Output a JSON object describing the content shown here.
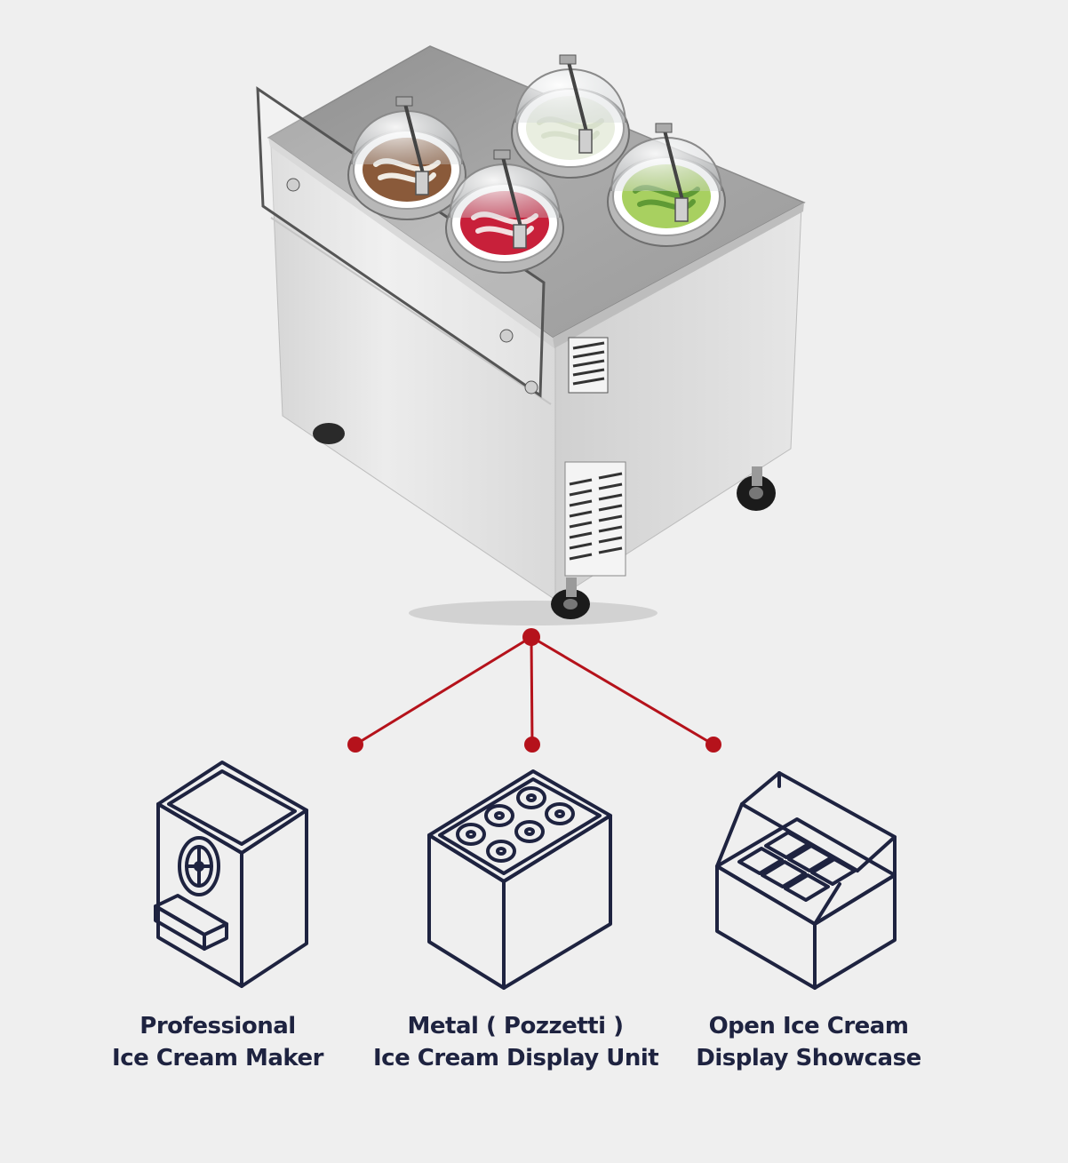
{
  "colors": {
    "background": "#efefef",
    "connector": "#b5121b",
    "icon_stroke": "#1e2340",
    "label_text": "#1e2340",
    "steel_top": "#9c9c9c",
    "steel_front": "#e3e3e3",
    "steel_side": "#cfcfcf"
  },
  "product": {
    "name_icon": "pozzetti-cart-illustration",
    "tub_flavors": [
      {
        "name": "chocolate-swirl",
        "color": "#8a5a3a",
        "accent": "#f1ece4"
      },
      {
        "name": "vanilla",
        "color": "#e9eee0",
        "accent": "#d8e0cc"
      },
      {
        "name": "strawberry-swirl",
        "color": "#c8203a",
        "accent": "#f3dfe0"
      },
      {
        "name": "pistachio",
        "color": "#a8d060",
        "accent": "#5f9a35"
      }
    ]
  },
  "categories": [
    {
      "icon": "ice-cream-maker-icon",
      "line1": "Professional",
      "line2": "Ice Cream Maker"
    },
    {
      "icon": "pozzetti-unit-icon",
      "line1": "Metal ( Pozzetti )",
      "line2": "Ice Cream Display Unit"
    },
    {
      "icon": "display-showcase-icon",
      "line1": "Open Ice Cream",
      "line2": "Display Showcase"
    }
  ]
}
